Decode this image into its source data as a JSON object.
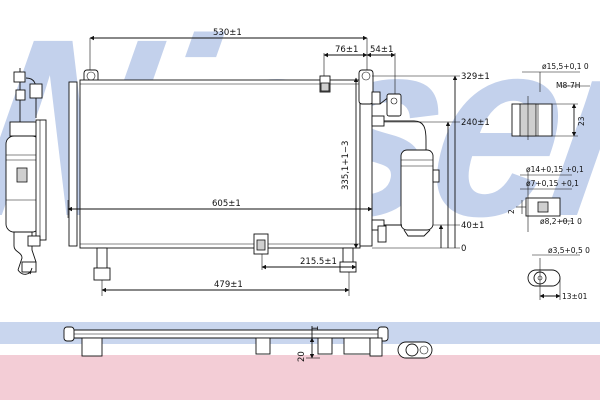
{
  "watermark": {
    "brand": "Nissens"
  },
  "dimensions": {
    "width_530": "530±1",
    "d_76": "76±1",
    "d_54": "54±1",
    "h_329": "329±1",
    "h_335": "335,1+1−3",
    "h_240": "240±1",
    "h_40": "40±1",
    "zero": "0",
    "w_605": "605±1",
    "d_215": "215.5±1",
    "w_479": "479±1",
    "depth_20": "20",
    "thk_1": "1",
    "thread_diam": "ø15,5+0,1 0",
    "thread_spec": "M8-7H",
    "thread_depth": "23",
    "pipe_outer": "ø14+0,15 +0,1",
    "pipe_inner": "ø7+0,15 +0,1",
    "pipe_small": "ø8,2+0,1 0",
    "pipe_gap": "2",
    "hole_diam": "ø3,5+0,5 0",
    "hole_offset": "13±01"
  },
  "colors": {
    "watermark": "#c3d1ec",
    "band_blue": "#c9d6ee",
    "band_pink": "#f3cdd6",
    "line": "#111111"
  }
}
